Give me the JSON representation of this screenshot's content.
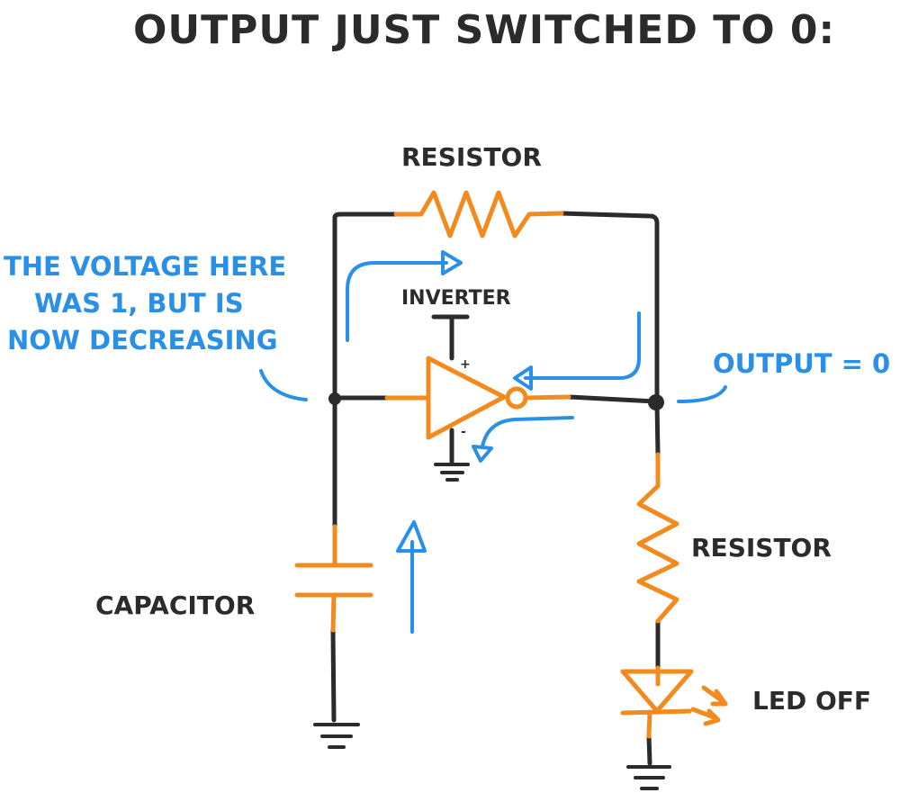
{
  "title": "OUTPUT JUST SWITCHED TO 0:",
  "labels": {
    "resistor_top": "RESISTOR",
    "inverter": "INVERTER",
    "capacitor": "CAPACITOR",
    "resistor_right": "RESISTOR",
    "led": "LED OFF",
    "plus_sign": "+",
    "minus_sign": "-"
  },
  "annotations": {
    "voltage_note": [
      "THE VOLTAGE HERE",
      "WAS 1, BUT IS",
      "NOW DECREASING"
    ],
    "output_note": "OUTPUT = 0"
  },
  "colors": {
    "wire": "#2b2b2b",
    "component": "#f28a1e",
    "annotation": "#2a8fe6",
    "text": "#2b2b2b"
  }
}
